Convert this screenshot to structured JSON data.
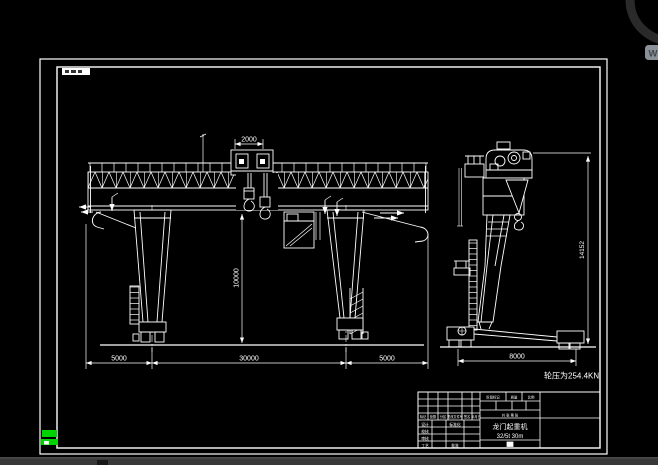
{
  "watermark": {
    "badge_letter": "W"
  },
  "drawing": {
    "front_view": {
      "trolley_gauge": "2000",
      "lift_height": "10000",
      "left_cantilever": "5000",
      "span": "30000",
      "right_cantilever": "5000"
    },
    "side_view": {
      "wheel_base": "8000",
      "total_height": "14152",
      "wheel_load_note": "轮压为254.4KN"
    }
  },
  "title_block": {
    "product_name": "龙门起重机",
    "product_spec": "32/5t 30m",
    "stage_label": "阶段标记",
    "mass_label": "质量",
    "scale_label": "比例",
    "sheet_label": "共 张 第 张",
    "rev_headers": [
      "标记",
      "处数",
      "分区",
      "更改文件号",
      "签名",
      "年月日"
    ],
    "sign_labels": [
      "设计",
      "校核",
      "审核",
      "工艺"
    ],
    "extra_labels": [
      "标准化",
      "批准"
    ]
  }
}
